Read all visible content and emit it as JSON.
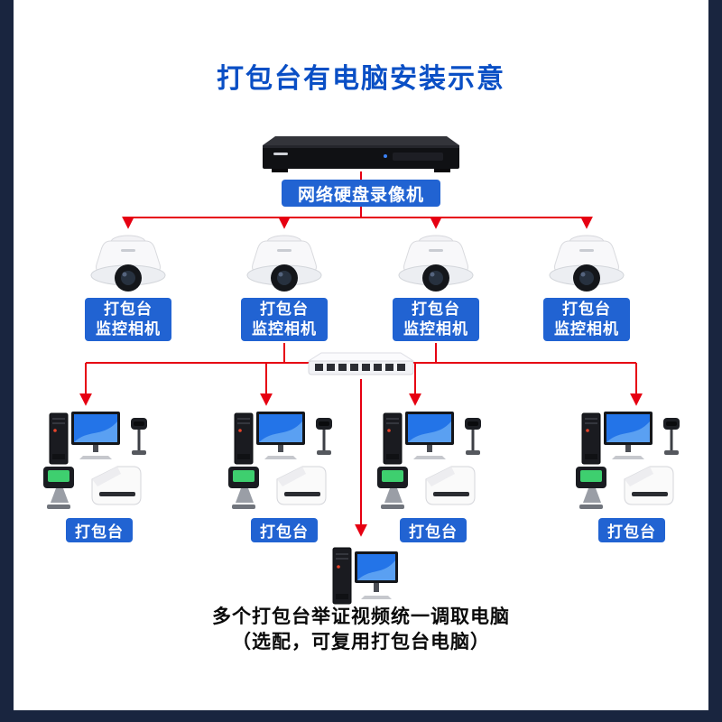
{
  "title": "打包台有电脑安装示意",
  "colors": {
    "title_blue": "#0a4fc5",
    "badge_blue": "#2163d2",
    "line_red": "#e60012",
    "frame_navy": "#19253f"
  },
  "nvr": {
    "label": "网络硬盘录像机"
  },
  "camera": {
    "label_line1": "打包台",
    "label_line2": "监控相机"
  },
  "station": {
    "label": "打包台"
  },
  "footer": {
    "line1": "多个打包台举证视频统一调取电脑",
    "line2": "（选配，可复用打包台电脑）"
  }
}
